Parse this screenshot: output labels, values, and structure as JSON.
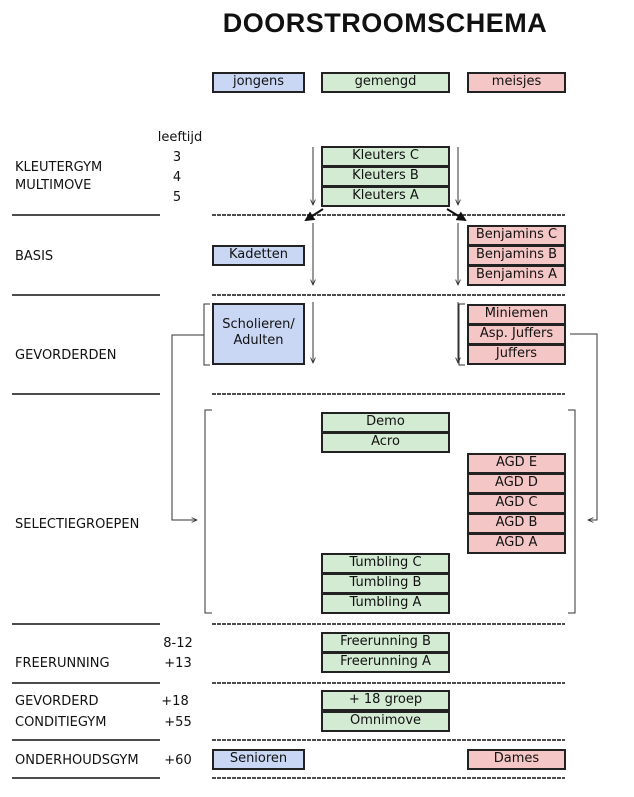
{
  "title": "DOORSTROOMSCHEMA",
  "legend": {
    "boys": "jongens",
    "mixed": "gemengd",
    "girls": "meisjes"
  },
  "age_header": "leeftijd",
  "sections": {
    "kleutergym": {
      "line1": "KLEUTERGYM",
      "line2": "MULTIMOVE",
      "ages": [
        "3",
        "4",
        "5"
      ]
    },
    "basis": {
      "label": "BASIS"
    },
    "gevorderden": {
      "label": "GEVORDERDEN"
    },
    "selectiegroepen": {
      "label": "SELECTIEGROEPEN"
    },
    "freerunning": {
      "label": "FREERUNNING",
      "ages": [
        "8-12",
        "+13"
      ]
    },
    "conditiegym": {
      "line1": "GEVORDERD",
      "line2": "CONDITIEGYM",
      "ages": [
        "+18",
        "+55"
      ]
    },
    "onderhoudsgym": {
      "label": "ONDERHOUDSGYM",
      "age": "+60"
    }
  },
  "groups": {
    "kleuters": [
      "Kleuters C",
      "Kleuters B",
      "Kleuters A"
    ],
    "kadetten": "Kadetten",
    "benjamins": [
      "Benjamins C",
      "Benjamins B",
      "Benjamins A"
    ],
    "scholieren_line1": "Scholieren/",
    "scholieren_line2": "Adulten",
    "girls_advanced": [
      "Miniemen",
      "Asp. Juffers",
      "Juffers"
    ],
    "demo_acro": [
      "Demo",
      "Acro"
    ],
    "agd": [
      "AGD E",
      "AGD D",
      "AGD C",
      "AGD B",
      "AGD A"
    ],
    "tumbling": [
      "Tumbling C",
      "Tumbling B",
      "Tumbling A"
    ],
    "freerunning": [
      "Freerunning B",
      "Freerunning A"
    ],
    "conditie": [
      "+ 18 groep",
      "Omnimove"
    ],
    "senioren": "Senioren",
    "dames": "Dames"
  },
  "colors": {
    "boys": "#c9d7f5",
    "mixed": "#d3ebd3",
    "girls": "#f5c6c6"
  }
}
